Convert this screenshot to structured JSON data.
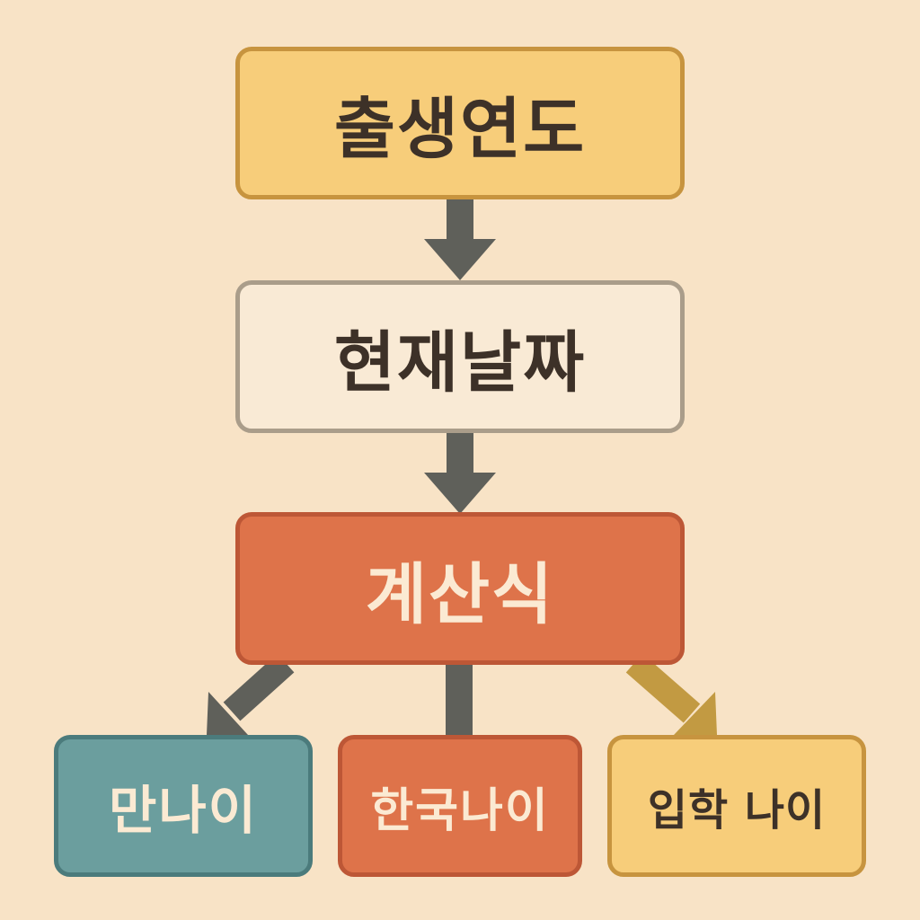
{
  "nodes": {
    "birth_year": "출생연도",
    "current_date": "현재날짜",
    "formula": "계산식",
    "international_age": "만나이",
    "korean_age": "한국나이",
    "school_age": "입학 나이"
  },
  "colors": {
    "background": "#f8e3c6",
    "yellow_box": "#f7cd7a",
    "cream_box": "#f9ead5",
    "orange_box": "#de734a",
    "teal_box": "#6b9e9e",
    "dark_arrow": "#5f605a",
    "gold_arrow": "#c29a42",
    "dark_text": "#3d3128",
    "light_text": "#fbead3"
  },
  "edges": [
    {
      "from": "birth_year",
      "to": "current_date"
    },
    {
      "from": "current_date",
      "to": "formula"
    },
    {
      "from": "formula",
      "to": "international_age"
    },
    {
      "from": "formula",
      "to": "korean_age"
    },
    {
      "from": "formula",
      "to": "school_age"
    }
  ]
}
